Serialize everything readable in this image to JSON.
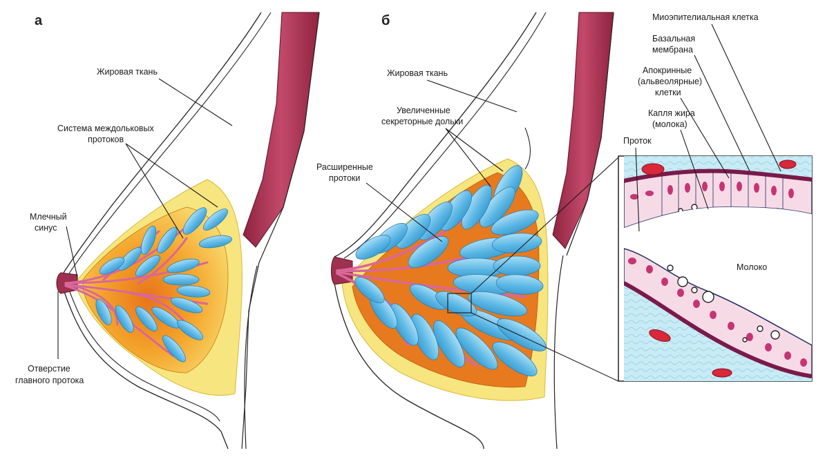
{
  "panel_a": {
    "letter": "а",
    "labels": {
      "fat": "Жировая ткань",
      "ducts_l1": "Система междольковых",
      "ducts_l2": "протоков",
      "sinus_l1": "Млечный",
      "sinus_l2": "синус",
      "opening_l1": "Отверстие",
      "opening_l2": "главного протока"
    }
  },
  "panel_b": {
    "letter": "б",
    "labels": {
      "fat": "Жировая ткань",
      "lobules_l1": "Увеличенные",
      "lobules_l2": "секреторные дольки",
      "ducts_l1": "Расширенные",
      "ducts_l2": "протоки"
    }
  },
  "inset": {
    "labels": {
      "myoepithelial": "Миоэпителиальная клетка",
      "basal_l1": "Базальная",
      "basal_l2": "мембрана",
      "apocrine_l1": "Апокринные",
      "apocrine_l2": "(альвеолярные)",
      "apocrine_l3": "клетки",
      "droplet_l1": "Капля жира",
      "droplet_l2": "(молока)",
      "duct": "Проток",
      "milk": "Молоко"
    }
  },
  "colors": {
    "fat_yellow": "#f6e27a",
    "gland_orange": "#f0a22a",
    "lobule_blue": "#6fc3ea",
    "muscle": "#b23a55",
    "duct_pink": "#e07aa8",
    "connective": "#bfe6f2"
  }
}
